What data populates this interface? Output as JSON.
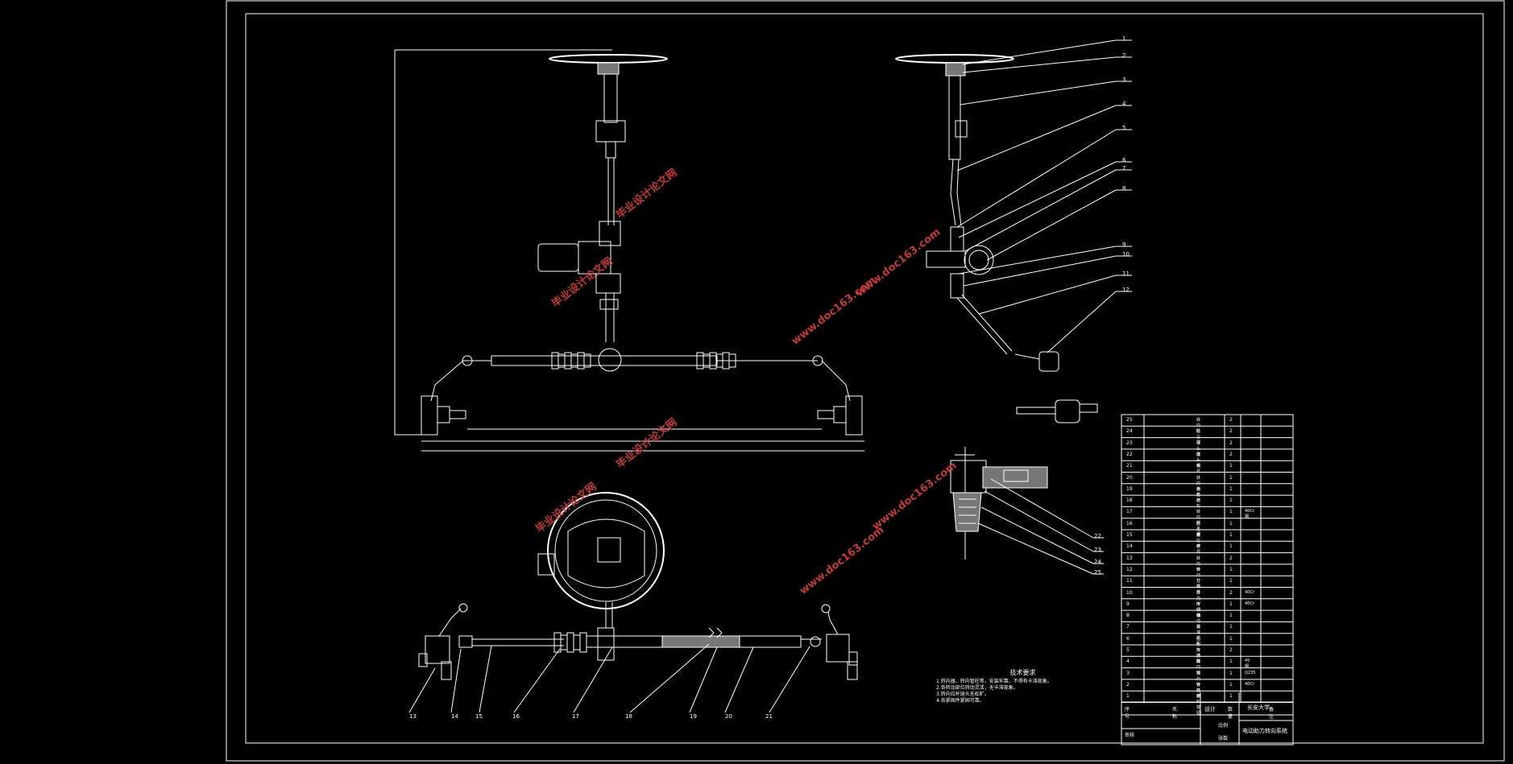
{
  "callouts_right": [
    "1",
    "2",
    "3",
    "4",
    "5",
    "6",
    "7",
    "8",
    "9",
    "10",
    "11",
    "12"
  ],
  "callouts_section": [
    "22",
    "23",
    "24",
    "25"
  ],
  "callouts_bottom": [
    "13",
    "14",
    "15",
    "16",
    "17",
    "18",
    "19",
    "20",
    "21"
  ],
  "watermark": {
    "cn": "毕业设计论文网",
    "url": "www.doc163.com"
  },
  "notes": {
    "title": "技术要求",
    "lines": [
      "1.转向器、转向管柱等，安装牢靠，不得有卡滞现象。",
      "2.各转动部位转动灵活，无卡滞现象。",
      "3.转向拉杆球头无松旷。",
      "4.各紧固件紧固可靠。"
    ]
  },
  "bom": {
    "rows": [
      {
        "no": "25",
        "name": "转向柱",
        "qty": "2",
        "note": ""
      },
      {
        "no": "24",
        "name": "防尘罩",
        "qty": "2",
        "note": ""
      },
      {
        "no": "23",
        "name": "球头座",
        "qty": "2",
        "note": ""
      },
      {
        "no": "22",
        "name": "球头销",
        "qty": "2",
        "note": ""
      },
      {
        "no": "21",
        "name": "螺母",
        "qty": "1",
        "note": ""
      },
      {
        "no": "20",
        "name": "转向横拉杆",
        "qty": "1",
        "note": ""
      },
      {
        "no": "19",
        "name": "齿条",
        "qty": "1",
        "note": ""
      },
      {
        "no": "18",
        "name": "齿轮",
        "qty": "1",
        "note": ""
      },
      {
        "no": "17",
        "name": "转向器总成",
        "qty": "1",
        "note": "40Cr钢"
      },
      {
        "no": "16",
        "name": "防尘套",
        "qty": "1",
        "note": ""
      },
      {
        "no": "15",
        "name": "横拉杆",
        "qty": "1",
        "note": ""
      },
      {
        "no": "14",
        "name": "螺母",
        "qty": "1",
        "note": ""
      },
      {
        "no": "13",
        "name": "转向节",
        "qty": "2",
        "note": ""
      },
      {
        "no": "12",
        "name": "转向节臂",
        "qty": "1",
        "note": ""
      },
      {
        "no": "11",
        "name": "万向节",
        "qty": "1",
        "note": ""
      },
      {
        "no": "10",
        "name": "转向传动轴",
        "qty": "2",
        "note": "40Cr"
      },
      {
        "no": "9",
        "name": "中间轴",
        "qty": "1",
        "note": "40Cr"
      },
      {
        "no": "8",
        "name": "电动机",
        "qty": "1",
        "note": ""
      },
      {
        "no": "7",
        "name": "减速机构",
        "qty": "1",
        "note": ""
      },
      {
        "no": "6",
        "name": "扭矩传感器",
        "qty": "1",
        "note": ""
      },
      {
        "no": "5",
        "name": "万向节",
        "qty": "2",
        "note": ""
      },
      {
        "no": "4",
        "name": "转向轴",
        "qty": "1",
        "note": "45钢"
      },
      {
        "no": "3",
        "name": "转向管柱",
        "qty": "1",
        "note": "Q235"
      },
      {
        "no": "2",
        "name": "转向盘",
        "qty": "1",
        "note": "40Cr"
      },
      {
        "no": "1",
        "name": "喇叭按钮",
        "qty": "1",
        "note": ""
      }
    ],
    "header": {
      "no": "序号",
      "name": "名称",
      "qty": "数量",
      "note": "备注"
    }
  },
  "title_block": {
    "school": "长安大学",
    "drawing_name": "电动助力转向系统",
    "designer_label": "设计",
    "check_label": "审核",
    "scale_label": "比例",
    "sheet_label": "张数"
  }
}
